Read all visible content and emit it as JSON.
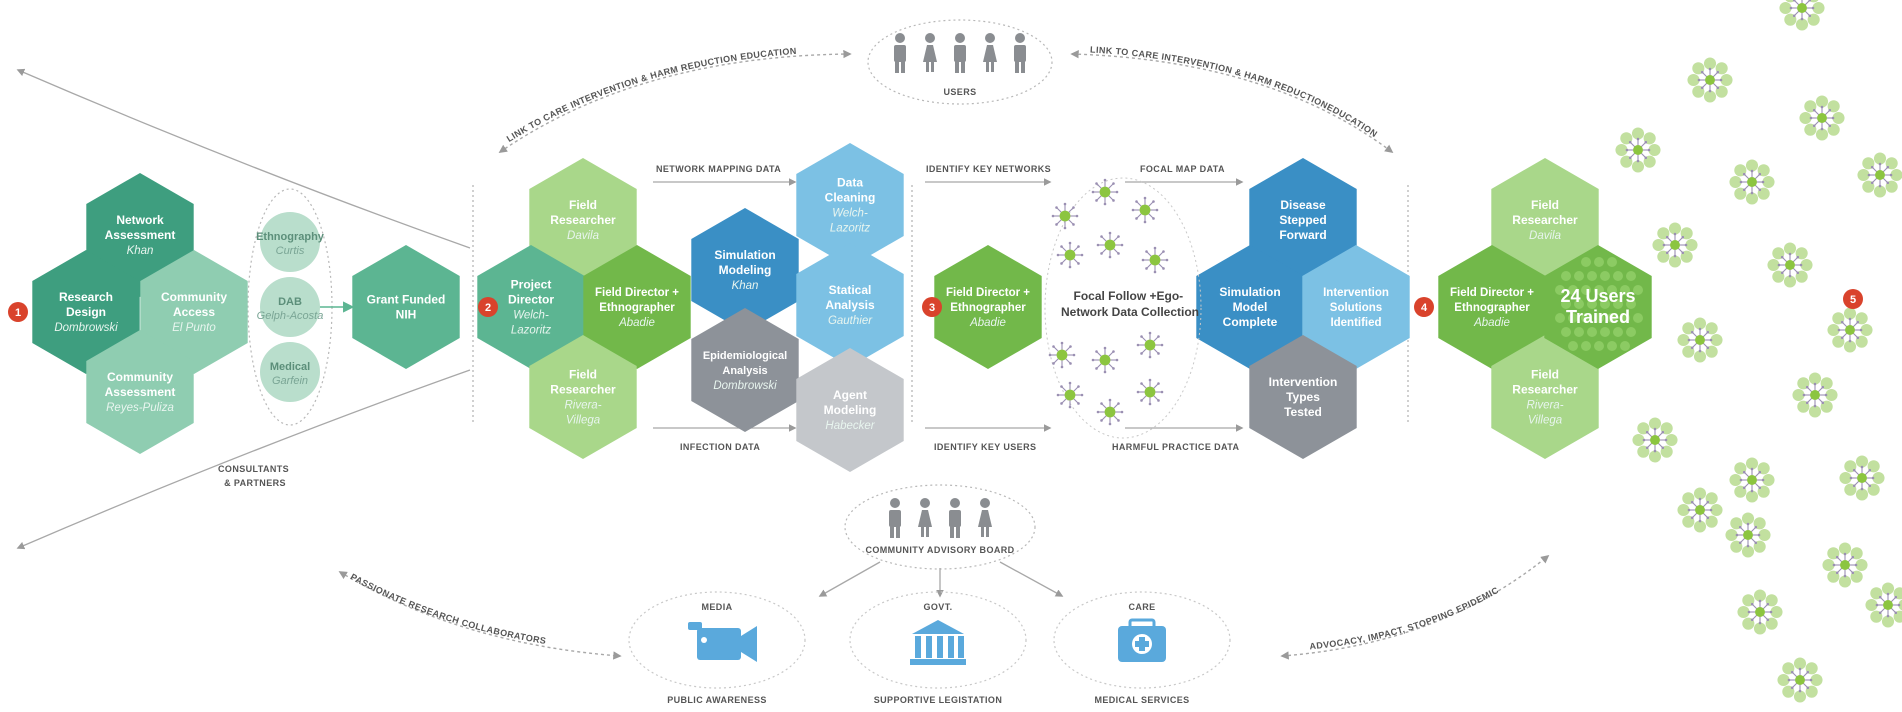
{
  "colors": {
    "dark_teal": "#3e9e7f",
    "mid_teal": "#5cb592",
    "pale_teal": "#8fcdb1",
    "faded_teal": "#b9decc",
    "bright_green": "#72b84a",
    "light_green": "#a9d78a",
    "blue": "#3a8fc5",
    "light_blue": "#7cc1e4",
    "gray": "#8d9299",
    "light_gray": "#c4c7cb",
    "red": "#d9432c",
    "user_icon": "#8a8d91",
    "care_blue": "#5aa9dc",
    "dot_green": "#8cc540",
    "petal_green": "#c2e09f"
  },
  "steps": [
    "1",
    "2",
    "3",
    "4",
    "5"
  ],
  "top": {
    "users_label": "USERS",
    "arc_left": "LINK TO CARE INTERVENTION & HARM REDUCTION EDUCATION",
    "arc_right": "LINK TO CARE INTERVENTION & HARM REDUCTIONEDUCATION"
  },
  "stage1": {
    "network_assessment": {
      "title": [
        "Network",
        "Assessment"
      ],
      "name": [
        "Khan"
      ]
    },
    "research_design": {
      "title": [
        "Research",
        "Design"
      ],
      "name": [
        "Dombrowski"
      ]
    },
    "community_access": {
      "title": [
        "Community",
        "Access"
      ],
      "name": [
        "El Punto"
      ]
    },
    "community_assessment": {
      "title": [
        "Community",
        "Assessment"
      ],
      "name": [
        "Reyes-Puliza"
      ]
    },
    "consultants": [
      "CONSULTANTS",
      "& PARTNERS"
    ]
  },
  "consultants_circles": {
    "ethnography": {
      "title": [
        "Ethnography"
      ],
      "name": [
        "Curtis"
      ]
    },
    "dab": {
      "title": [
        "DAB"
      ],
      "name": [
        "Gelph-Acosta"
      ]
    },
    "medical": {
      "title": [
        "Medical"
      ],
      "name": [
        "Garfein"
      ]
    }
  },
  "grant": {
    "title": [
      "Grant Funded",
      "NIH"
    ]
  },
  "stage2": {
    "field_researcher_top": {
      "title": [
        "Field",
        "Researcher"
      ],
      "name": [
        "Davila"
      ]
    },
    "project_director": {
      "title": [
        "Project",
        "Director"
      ],
      "name": [
        "Welch-",
        "Lazoritz"
      ]
    },
    "field_director": {
      "title": [
        "Field Director +",
        "Ethnographer"
      ],
      "name": [
        "Abadie"
      ]
    },
    "field_researcher_bottom": {
      "title": [
        "Field",
        "Researcher"
      ],
      "name": [
        "Rivera-",
        "Villega"
      ]
    }
  },
  "analysis": {
    "data_cleaning": {
      "title": [
        "Data",
        "Cleaning"
      ],
      "name": [
        "Welch-",
        "Lazoritz"
      ]
    },
    "simulation_modeling": {
      "title": [
        "Simulation",
        "Modeling"
      ],
      "name": [
        "Khan"
      ]
    },
    "statical_analysis": {
      "title": [
        "Statical",
        "Analysis"
      ],
      "name": [
        "Gauthier"
      ]
    },
    "epidemiological_analysis": {
      "title": [
        "Epidemiological",
        "Analysis"
      ],
      "name": [
        "Dombrowski"
      ]
    },
    "agent_modeling": {
      "title": [
        "Agent",
        "Modeling"
      ],
      "name": [
        "Habecker"
      ]
    }
  },
  "flow_labels": {
    "network_mapping_data": "NETWORK MAPPING DATA",
    "infection_data": "INFECTION DATA",
    "identify_key_networks": "IDENTIFY KEY NETWORKS",
    "focal_map_data": "FOCAL MAP DATA",
    "identify_key_users": "IDENTIFY KEY USERS",
    "harmful_practice_data": "HARMFUL PRACTICE DATA"
  },
  "stage3": {
    "field_director": {
      "title": [
        "Field Director +",
        "Ethnographer"
      ],
      "name": [
        "Abadie"
      ]
    },
    "focal_follow": [
      "Focal Follow +Ego-",
      "Network Data Collection"
    ]
  },
  "outcomes": {
    "disease_stepped": {
      "title": [
        "Disease",
        "Stepped",
        "Forward"
      ],
      "name": []
    },
    "simulation_model": {
      "title": [
        "Simulation",
        "Model",
        "Complete"
      ],
      "name": []
    },
    "intervention_solutions": {
      "title": [
        "Intervention",
        "Solutions",
        "Identified"
      ],
      "name": []
    },
    "intervention_types": {
      "title": [
        "Intervention",
        "Types",
        "Tested"
      ],
      "name": []
    }
  },
  "stage4": {
    "field_researcher_top": {
      "title": [
        "Field",
        "Researcher"
      ],
      "name": [
        "Davila"
      ]
    },
    "field_director": {
      "title": [
        "Field Director +",
        "Ethnographer"
      ],
      "name": [
        "Abadie"
      ]
    },
    "users_trained": [
      "24 Users",
      "Trained"
    ],
    "field_researcher_bottom": {
      "title": [
        "Field",
        "Researcher"
      ],
      "name": [
        "Rivera-",
        "Villega"
      ]
    }
  },
  "bottom": {
    "advisory_label": "COMMUNITY ADVISORY BOARD",
    "media": {
      "title": "MEDIA",
      "caption": "PUBLIC AWARENESS"
    },
    "govt": {
      "title": "GOVT.",
      "caption": "SUPPORTIVE LEGISTATION"
    },
    "care": {
      "title": "CARE",
      "caption": "MEDICAL SERVICES"
    },
    "arc_left": "PASSIONATE RESEARCH COLLABORATORS",
    "arc_right": "ADVOCACY, IMPACT, STOPPING EPIDEMIC"
  }
}
